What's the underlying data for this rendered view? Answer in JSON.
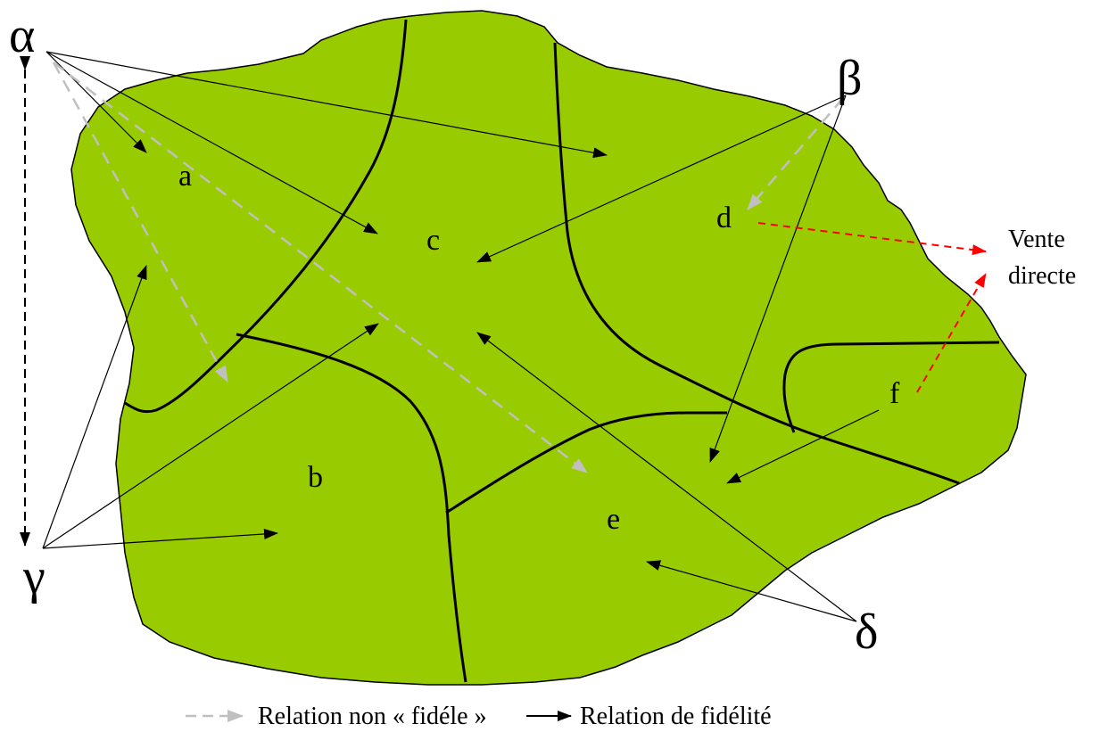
{
  "regions": {
    "a": "a",
    "b": "b",
    "c": "c",
    "d": "d",
    "e": "e",
    "f": "f"
  },
  "actors": {
    "alpha": "α",
    "beta": "β",
    "gamma": "γ",
    "delta": "δ"
  },
  "outside": {
    "line1": "Vente",
    "line2": "directe"
  },
  "legend": {
    "dashed_label": "Relation non « fidéle »",
    "solid_label": "Relation de fidélité"
  },
  "colors": {
    "territory": "#99cc00",
    "boundary": "#000000",
    "faithful_arrow": "#000000",
    "unfaithful_arrow": "#c0c0c0",
    "direct_sale_arrow": "#ff0000"
  }
}
